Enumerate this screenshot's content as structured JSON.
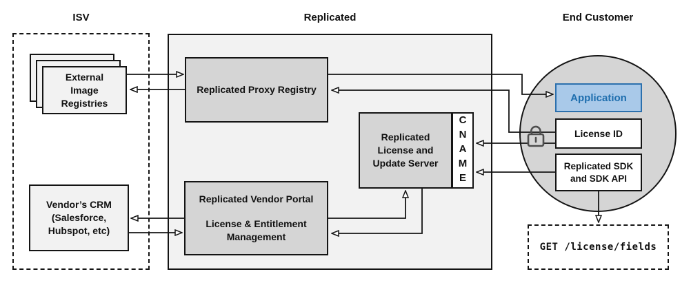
{
  "sections": {
    "isv": {
      "label": "ISV"
    },
    "replicated": {
      "label": "Replicated"
    },
    "end_customer": {
      "label": "End Customer"
    }
  },
  "nodes": {
    "external_image_registries": {
      "label": "External\nImage\nRegistries"
    },
    "replicated_proxy_registry": {
      "label": "Replicated Proxy Registry"
    },
    "replicated_license_update_server": {
      "label": "Replicated\nLicense and\nUpdate Server"
    },
    "cname": {
      "label": "CNAME"
    },
    "replicated_vendor_portal": {
      "title": "Replicated Vendor Portal",
      "subtitle": "License & Entitlement\nManagement"
    },
    "vendors_crm": {
      "label": "Vendor’s CRM\n(Salesforce,\nHubspot, etc)"
    },
    "application": {
      "label": "Application"
    },
    "license_id": {
      "label": "License ID"
    },
    "replicated_sdk": {
      "label": "Replicated SDK\nand SDK API"
    },
    "get_license_fields": {
      "label": "GET /license/fields"
    }
  },
  "icons": {
    "unlock": "unlock-icon"
  },
  "colors": {
    "application_fill": "#a9c9e9",
    "application_border": "#2c70ad",
    "application_text": "#1e6eae",
    "node_fill": "#d5d5d5",
    "panel_fill": "#f2f2f2",
    "light_node_fill": "#f2f2f2",
    "circle_fill": "#d5d5d5",
    "outline": "#141414",
    "lock_icon": "#4d4d4d"
  },
  "edges": [
    {
      "from": "external-image-registries",
      "to": "replicated-proxy-registry"
    },
    {
      "from": "replicated-proxy-registry",
      "to": "external-image-registries"
    },
    {
      "from": "replicated-proxy-registry",
      "to": "application"
    },
    {
      "from": "license-id",
      "to": "replicated-proxy-registry"
    },
    {
      "from": "license-id",
      "to": "cname"
    },
    {
      "from": "replicated-sdk",
      "to": "cname"
    },
    {
      "from": "replicated-vendor-portal",
      "to": "replicated-license-update-server"
    },
    {
      "from": "replicated-license-update-server",
      "to": "replicated-vendor-portal"
    },
    {
      "from": "replicated-vendor-portal",
      "to": "vendors-crm"
    },
    {
      "from": "vendors-crm",
      "to": "replicated-vendor-portal"
    },
    {
      "from": "replicated-sdk",
      "to": "get-license-fields"
    }
  ]
}
